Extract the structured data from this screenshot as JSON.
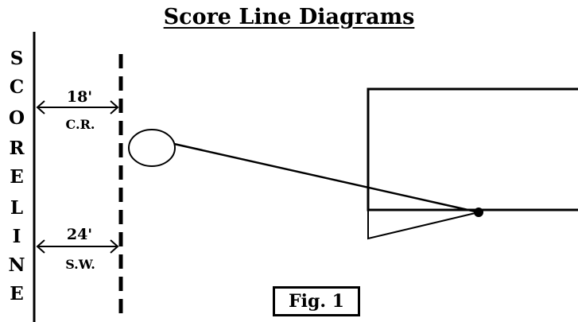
{
  "title": "Score Line Diagrams",
  "score_line_letters": [
    "S",
    "C",
    "O",
    "R",
    "E",
    "L",
    "I",
    "N",
    "E"
  ],
  "dimensions": [
    {
      "value": "18'",
      "label": "C.R."
    },
    {
      "value": "24'",
      "label": "S.W."
    }
  ],
  "figure_label": "Fig. 1",
  "colors": {
    "ink": "#000000",
    "background": "#ffffff"
  }
}
